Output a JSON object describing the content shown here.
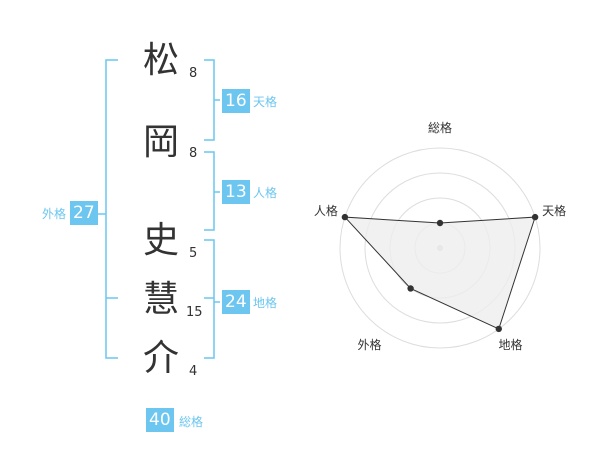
{
  "name": {
    "chars": [
      {
        "char": "松",
        "strokes": "8"
      },
      {
        "char": "岡",
        "strokes": "8"
      },
      {
        "char": "史",
        "strokes": "5"
      },
      {
        "char": "慧",
        "strokes": "15"
      },
      {
        "char": "介",
        "strokes": "4"
      }
    ]
  },
  "fortunes": {
    "tenkaku": {
      "value": "16",
      "label": "天格"
    },
    "jinkaku": {
      "value": "13",
      "label": "人格"
    },
    "chikaku": {
      "value": "24",
      "label": "地格"
    },
    "gaikaku": {
      "value": "27",
      "label": "外格"
    },
    "soukaku": {
      "value": "40",
      "label": "総格"
    }
  },
  "colors": {
    "accent": "#6cc6f0",
    "text": "#333333",
    "ring": "#dddddd",
    "polygon_fill": "#eeeeee"
  },
  "chart_data": {
    "type": "radar",
    "axes": [
      "総格",
      "天格",
      "地格",
      "外格",
      "人格"
    ],
    "values": [
      1,
      4,
      4,
      2,
      4
    ],
    "max": 4,
    "rings": 4
  }
}
